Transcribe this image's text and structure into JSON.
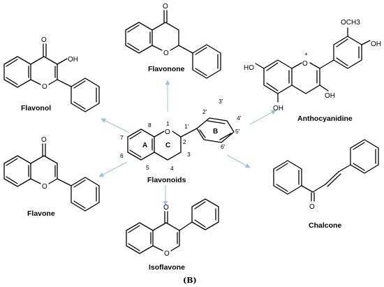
{
  "center": {
    "name": "Flavonoids",
    "ring_labels": [
      "A",
      "C",
      "B"
    ],
    "positions": [
      "1",
      "2",
      "3",
      "4",
      "5",
      "6",
      "7",
      "8",
      "1'",
      "2'",
      "3'",
      "4'",
      "5'",
      "6'"
    ],
    "atom_o": "O"
  },
  "compounds": [
    {
      "name": "Flavonol",
      "atoms": [
        "O",
        "OH",
        "O"
      ]
    },
    {
      "name": "Flavonone",
      "atoms": [
        "O",
        "O"
      ]
    },
    {
      "name": "Anthocyanidine",
      "atoms": [
        "OCH3",
        "OH",
        "HO",
        "+",
        "O",
        "OH",
        "OH"
      ]
    },
    {
      "name": "Flavone",
      "atoms": [
        "O",
        "O"
      ]
    },
    {
      "name": "Isoflavone",
      "atoms": [
        "O",
        "O"
      ]
    },
    {
      "name": "Chalcone",
      "atoms": [
        "O"
      ]
    }
  ],
  "panel_label": "(B)",
  "colors": {
    "bond": "#000000",
    "arrow": "#9cc3d3"
  }
}
